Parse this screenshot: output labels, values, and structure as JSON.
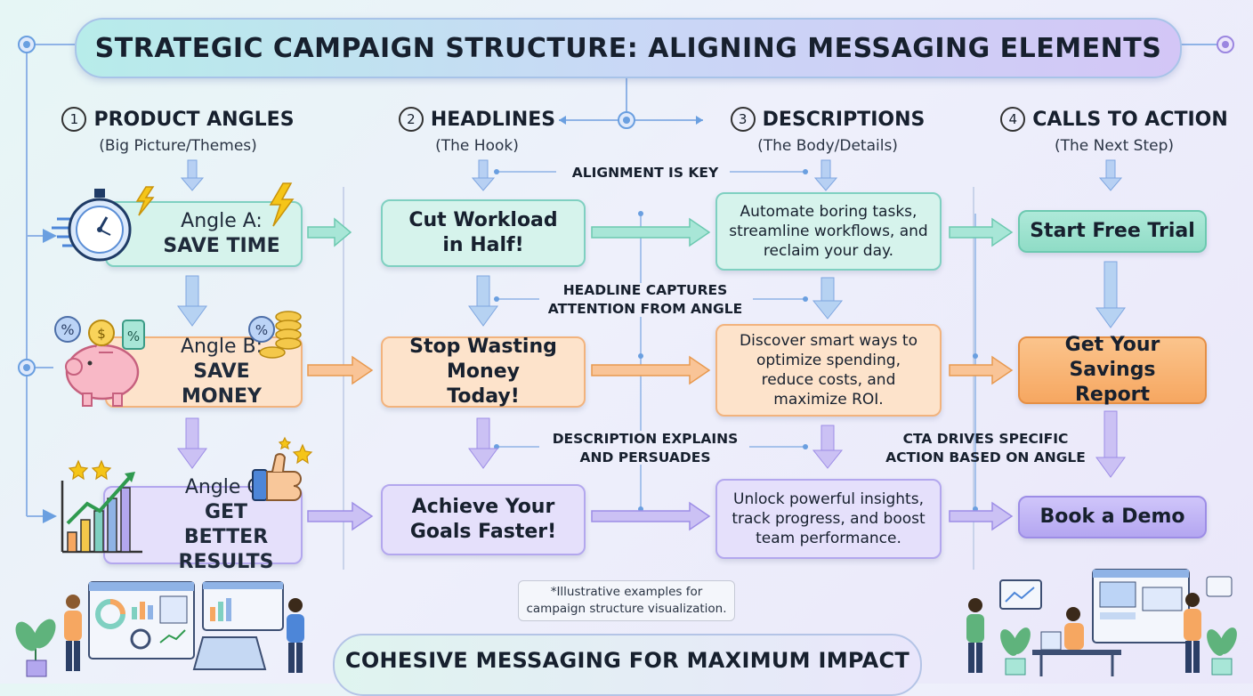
{
  "title": "STRATEGIC CAMPAIGN STRUCTURE: ALIGNING MESSAGING ELEMENTS",
  "columns": [
    {
      "num": "1",
      "title": "PRODUCT ANGLES",
      "subtitle": "(Big Picture/Themes)"
    },
    {
      "num": "2",
      "title": "HEADLINES",
      "subtitle": "(The Hook)"
    },
    {
      "num": "3",
      "title": "DESCRIPTIONS",
      "subtitle": "(The Body/Details)"
    },
    {
      "num": "4",
      "title": "CALLS TO ACTION",
      "subtitle": "(The Next Step)"
    }
  ],
  "rows": [
    {
      "angle_prefix": "Angle A:",
      "angle_name": "SAVE TIME",
      "headline": "Cut Workload in Half!",
      "description": "Automate boring tasks, streamline workflows, and reclaim your day.",
      "cta": "Start Free Trial",
      "color": "#7fd0c1"
    },
    {
      "angle_prefix": "Angle B:",
      "angle_name": "SAVE MONEY",
      "headline": "Stop Wasting Money Today!",
      "description": "Discover smart ways to optimize spending, reduce costs, and maximize ROI.",
      "cta": "Get Your Savings Report",
      "color": "#f2b37d"
    },
    {
      "angle_prefix": "Angle C:",
      "angle_name": "GET BETTER RESULTS",
      "headline": "Achieve Your Goals Faster!",
      "description": "Unlock powerful insights, track progress, and boost team performance.",
      "cta": "Book a Demo",
      "color": "#b3a7ee"
    }
  ],
  "notes": {
    "alignment": "ALIGNMENT IS KEY",
    "headline_line1": "HEADLINE CAPTURES",
    "headline_line2": "ATTENTION FROM ANGLE",
    "description_line1": "DESCRIPTION EXPLAINS",
    "description_line2": "AND PERSUADES",
    "cta_line1": "CTA DRIVES SPECIFIC",
    "cta_line2": "ACTION BASED ON ANGLE"
  },
  "illustrative_note_line1": "*Illustrative examples for",
  "illustrative_note_line2": "campaign structure visualization.",
  "footer": "COHESIVE MESSAGING FOR MAXIMUM IMPACT",
  "icons": [
    "stopwatch-icon",
    "lightning-icon",
    "piggy-bank-icon",
    "coin-icon",
    "percent-tag-icon",
    "growth-chart-icon",
    "thumbs-up-icon",
    "star-icon"
  ],
  "colors": {
    "green": "#7fd0c1",
    "orange": "#f2b37d",
    "purple": "#b3a7ee",
    "connector": "#6a9fe0"
  }
}
